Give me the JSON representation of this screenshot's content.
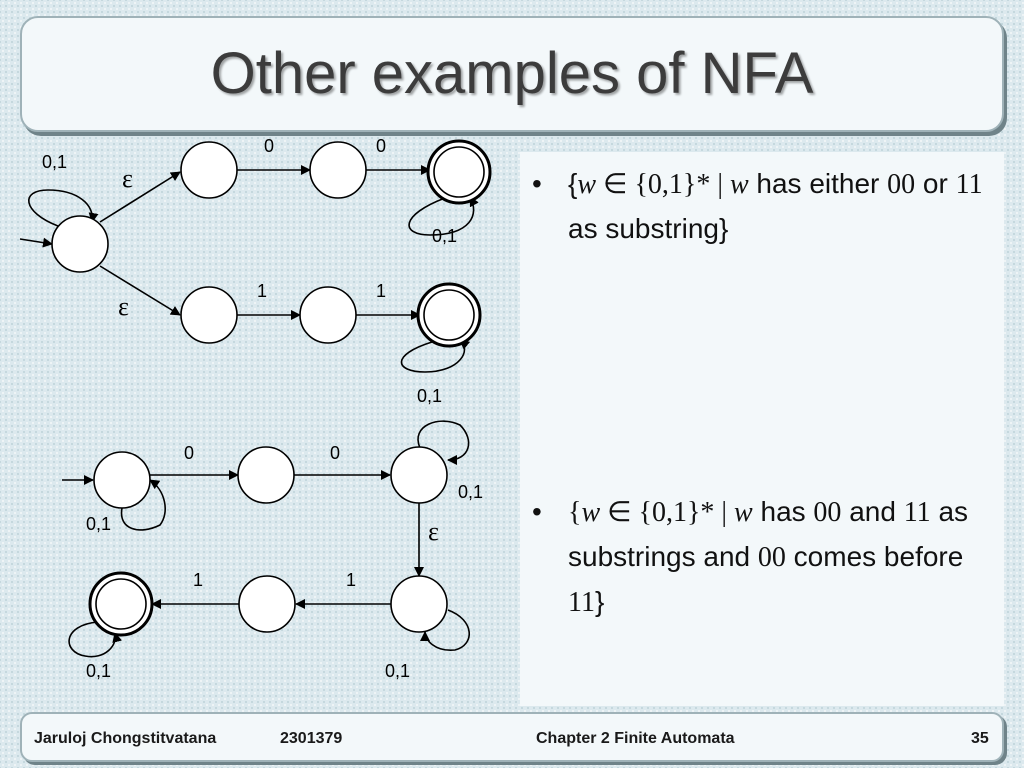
{
  "slide": {
    "title": "Other examples of NFA",
    "bullet_symbol": "•"
  },
  "diagram1": {
    "labels": {
      "loop_start": "0,1",
      "eps_top": "ε",
      "eps_bottom": "ε",
      "top_a": "0",
      "top_b": "0",
      "loop_top_final": "0,1",
      "bot_a": "1",
      "bot_b": "1",
      "loop_bot_final": "0,1"
    }
  },
  "diagram2": {
    "labels": {
      "loop_d1": "0,1",
      "d1_d2": "0",
      "d2_d3": "0",
      "loop_d3": "0,1",
      "d3_d4": "ε",
      "d4_d5": "1",
      "d5_d6": "1",
      "loop_d4": "0,1",
      "loop_d6": "0,1"
    }
  },
  "bullets": [
    {
      "open": "{",
      "var": "w",
      "elem": " ∈ ",
      "set": "{0,1}*",
      "bar": " | ",
      "var2": "w",
      "t1": " has either ",
      "s1": "00",
      "t2": " or ",
      "s2": "11",
      "t3": " as substring}"
    },
    {
      "open": "{",
      "var": "w",
      "elem": " ∈ ",
      "set": "{0,1}*",
      "bar": " | ",
      "var2": "w",
      "t1": " has ",
      "s1": "00",
      "t2": " and ",
      "s2": "11",
      "t3": " as substrings and ",
      "s3": "00",
      "t4": " comes before ",
      "s4": "11",
      "t5": "}"
    }
  ],
  "footer": {
    "author": "Jaruloj Chongstitvatana",
    "course": "2301379",
    "chapter": "Chapter 2 Finite Automata",
    "page": "35"
  }
}
